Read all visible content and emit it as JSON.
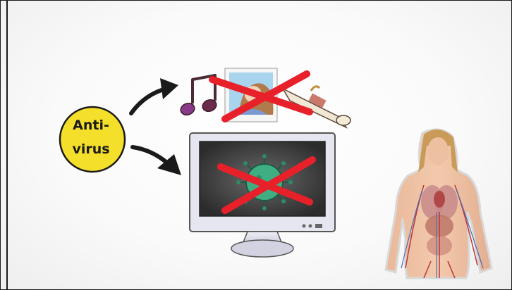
{
  "badge": {
    "line1": "Anti-",
    "line2": "virus",
    "color": "#f4df2a"
  },
  "icons": {
    "music": "music-note-icon",
    "photo": "photo-icon",
    "document": "scroll-document-icon",
    "virus": "virus-icon",
    "monitor": "computer-monitor-icon",
    "body": "human-anatomy-figure"
  },
  "colors": {
    "cross": "#e8202a",
    "arrow": "#1a1a1a",
    "screen": "#3a3a3a",
    "virus": "#3fae82"
  }
}
